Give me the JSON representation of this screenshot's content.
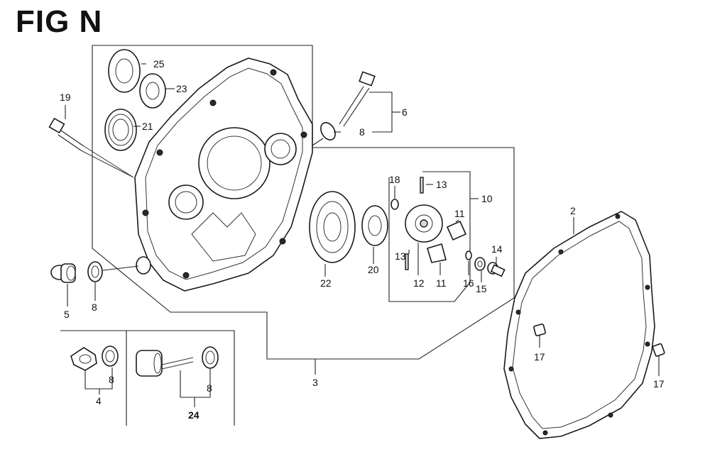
{
  "figure": {
    "title": "FIG N"
  },
  "callouts": {
    "c2": "2",
    "c3": "3",
    "c4": "4",
    "c5": "5",
    "c6": "6",
    "c8a": "8",
    "c8b": "8",
    "c8c": "8",
    "c8d": "8",
    "c10": "10",
    "c11a": "11",
    "c11b": "11",
    "c12": "12",
    "c13a": "13",
    "c13b": "13",
    "c14": "14",
    "c15": "15",
    "c16": "16",
    "c17a": "17",
    "c17b": "17",
    "c18": "18",
    "c19": "19",
    "c20": "20",
    "c21": "21",
    "c22": "22",
    "c23": "23",
    "c24": "24",
    "c25": "25"
  },
  "colors": {
    "ink": "#1a1a1a",
    "background": "#ffffff"
  }
}
